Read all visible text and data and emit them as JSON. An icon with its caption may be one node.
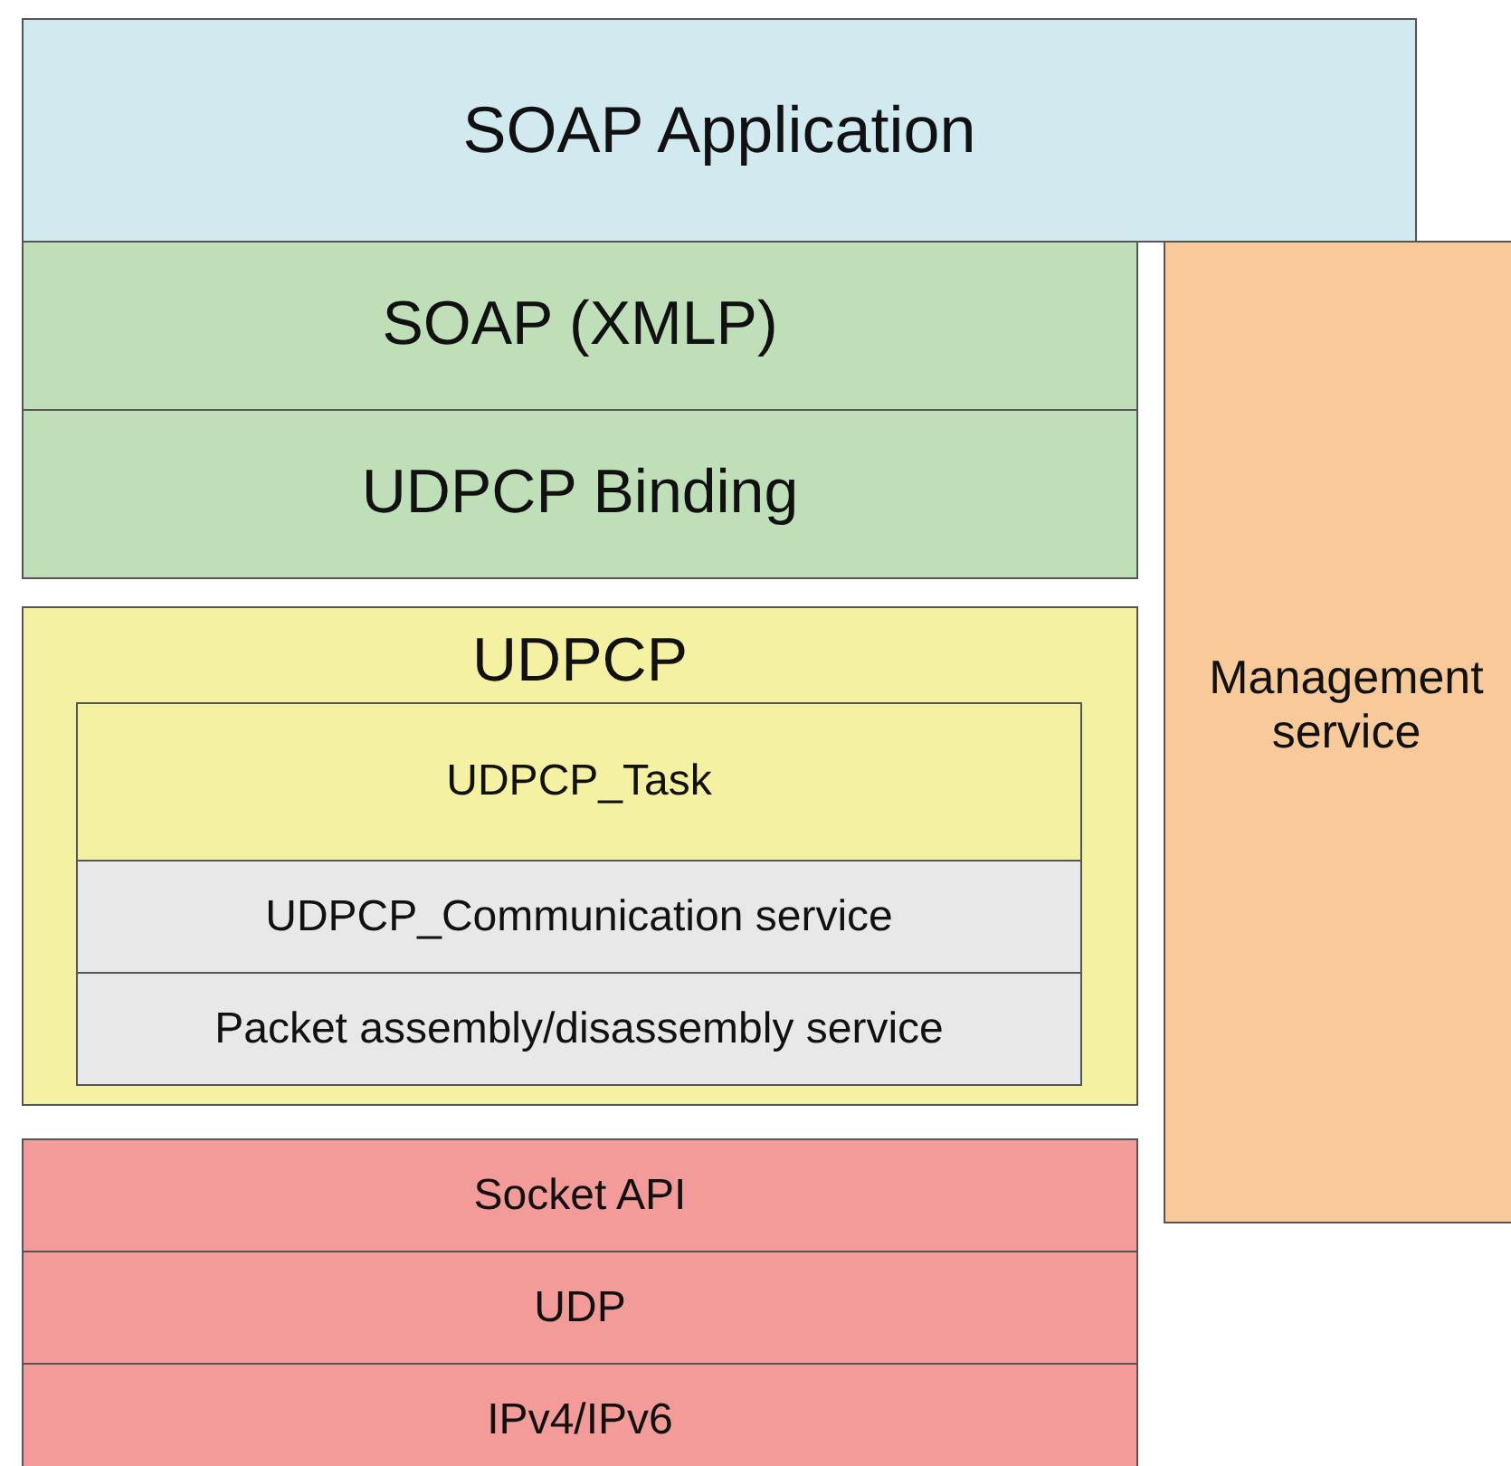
{
  "diagram": {
    "nodes": [
      {
        "text": [
          "SOAP Application"
        ]
      },
      {
        "text": [
          "SOAP (XMLP)"
        ]
      },
      {
        "text": [
          "UDPCP Binding"
        ]
      },
      {
        "text": [
          "UDPCP"
        ]
      },
      {
        "text": [
          "UDPCP_Task"
        ],
        "in": 3
      },
      {
        "text": [
          "UDPCP_Communication service"
        ],
        "in": 3
      },
      {
        "text": [
          "Packet assembly/disassembly service"
        ],
        "in": 3
      },
      {
        "text": [
          "Socket API"
        ]
      },
      {
        "text": [
          "UDP"
        ]
      },
      {
        "text": [
          "IPv4/IPv6"
        ]
      },
      {
        "text": [
          "Management service"
        ]
      }
    ]
  }
}
